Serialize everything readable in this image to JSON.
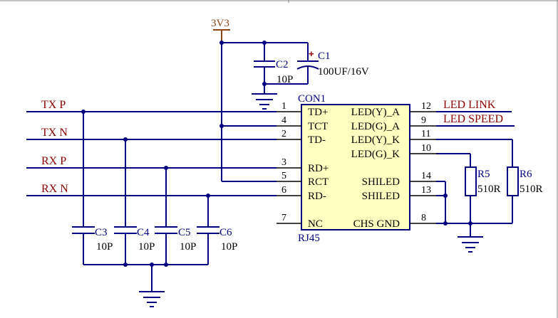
{
  "power": {
    "label": "3V3"
  },
  "nets": {
    "tx_p": "TX P",
    "tx_n": "TX N",
    "rx_p": "RX P",
    "rx_n": "RX N",
    "led_link": "LED LINK",
    "led_speed": "LED SPEED"
  },
  "connector": {
    "designator": "CON1",
    "type": "RJ45",
    "pins_left": [
      {
        "num": "1",
        "name": "TD+"
      },
      {
        "num": "4",
        "name": "TCT"
      },
      {
        "num": "2",
        "name": "TD-"
      },
      {
        "num": "3",
        "name": "RD+"
      },
      {
        "num": "5",
        "name": "RCT"
      },
      {
        "num": "6",
        "name": "RD-"
      },
      {
        "num": "7",
        "name": "NC"
      }
    ],
    "pins_right": [
      {
        "num": "12",
        "name": "LED(Y)_A"
      },
      {
        "num": "9",
        "name": "LED(G)_A"
      },
      {
        "num": "11",
        "name": "LED(Y)_K"
      },
      {
        "num": "10",
        "name": "LED(G)_K"
      },
      {
        "num": "14",
        "name": "SHILED"
      },
      {
        "num": "13",
        "name": "SHILED"
      },
      {
        "num": "8",
        "name": "CHS GND"
      }
    ]
  },
  "components": {
    "c1": {
      "designator": "C1",
      "value": "100UF/16V",
      "polarity": "+"
    },
    "c2": {
      "designator": "C2",
      "value": "10P"
    },
    "c3": {
      "designator": "C3",
      "value": "10P"
    },
    "c4": {
      "designator": "C4",
      "value": "10P"
    },
    "c5": {
      "designator": "C5",
      "value": "10P"
    },
    "c6": {
      "designator": "C6",
      "value": "10P"
    },
    "r5": {
      "designator": "R5",
      "value": "510R"
    },
    "r6": {
      "designator": "R6",
      "value": "510R"
    }
  }
}
